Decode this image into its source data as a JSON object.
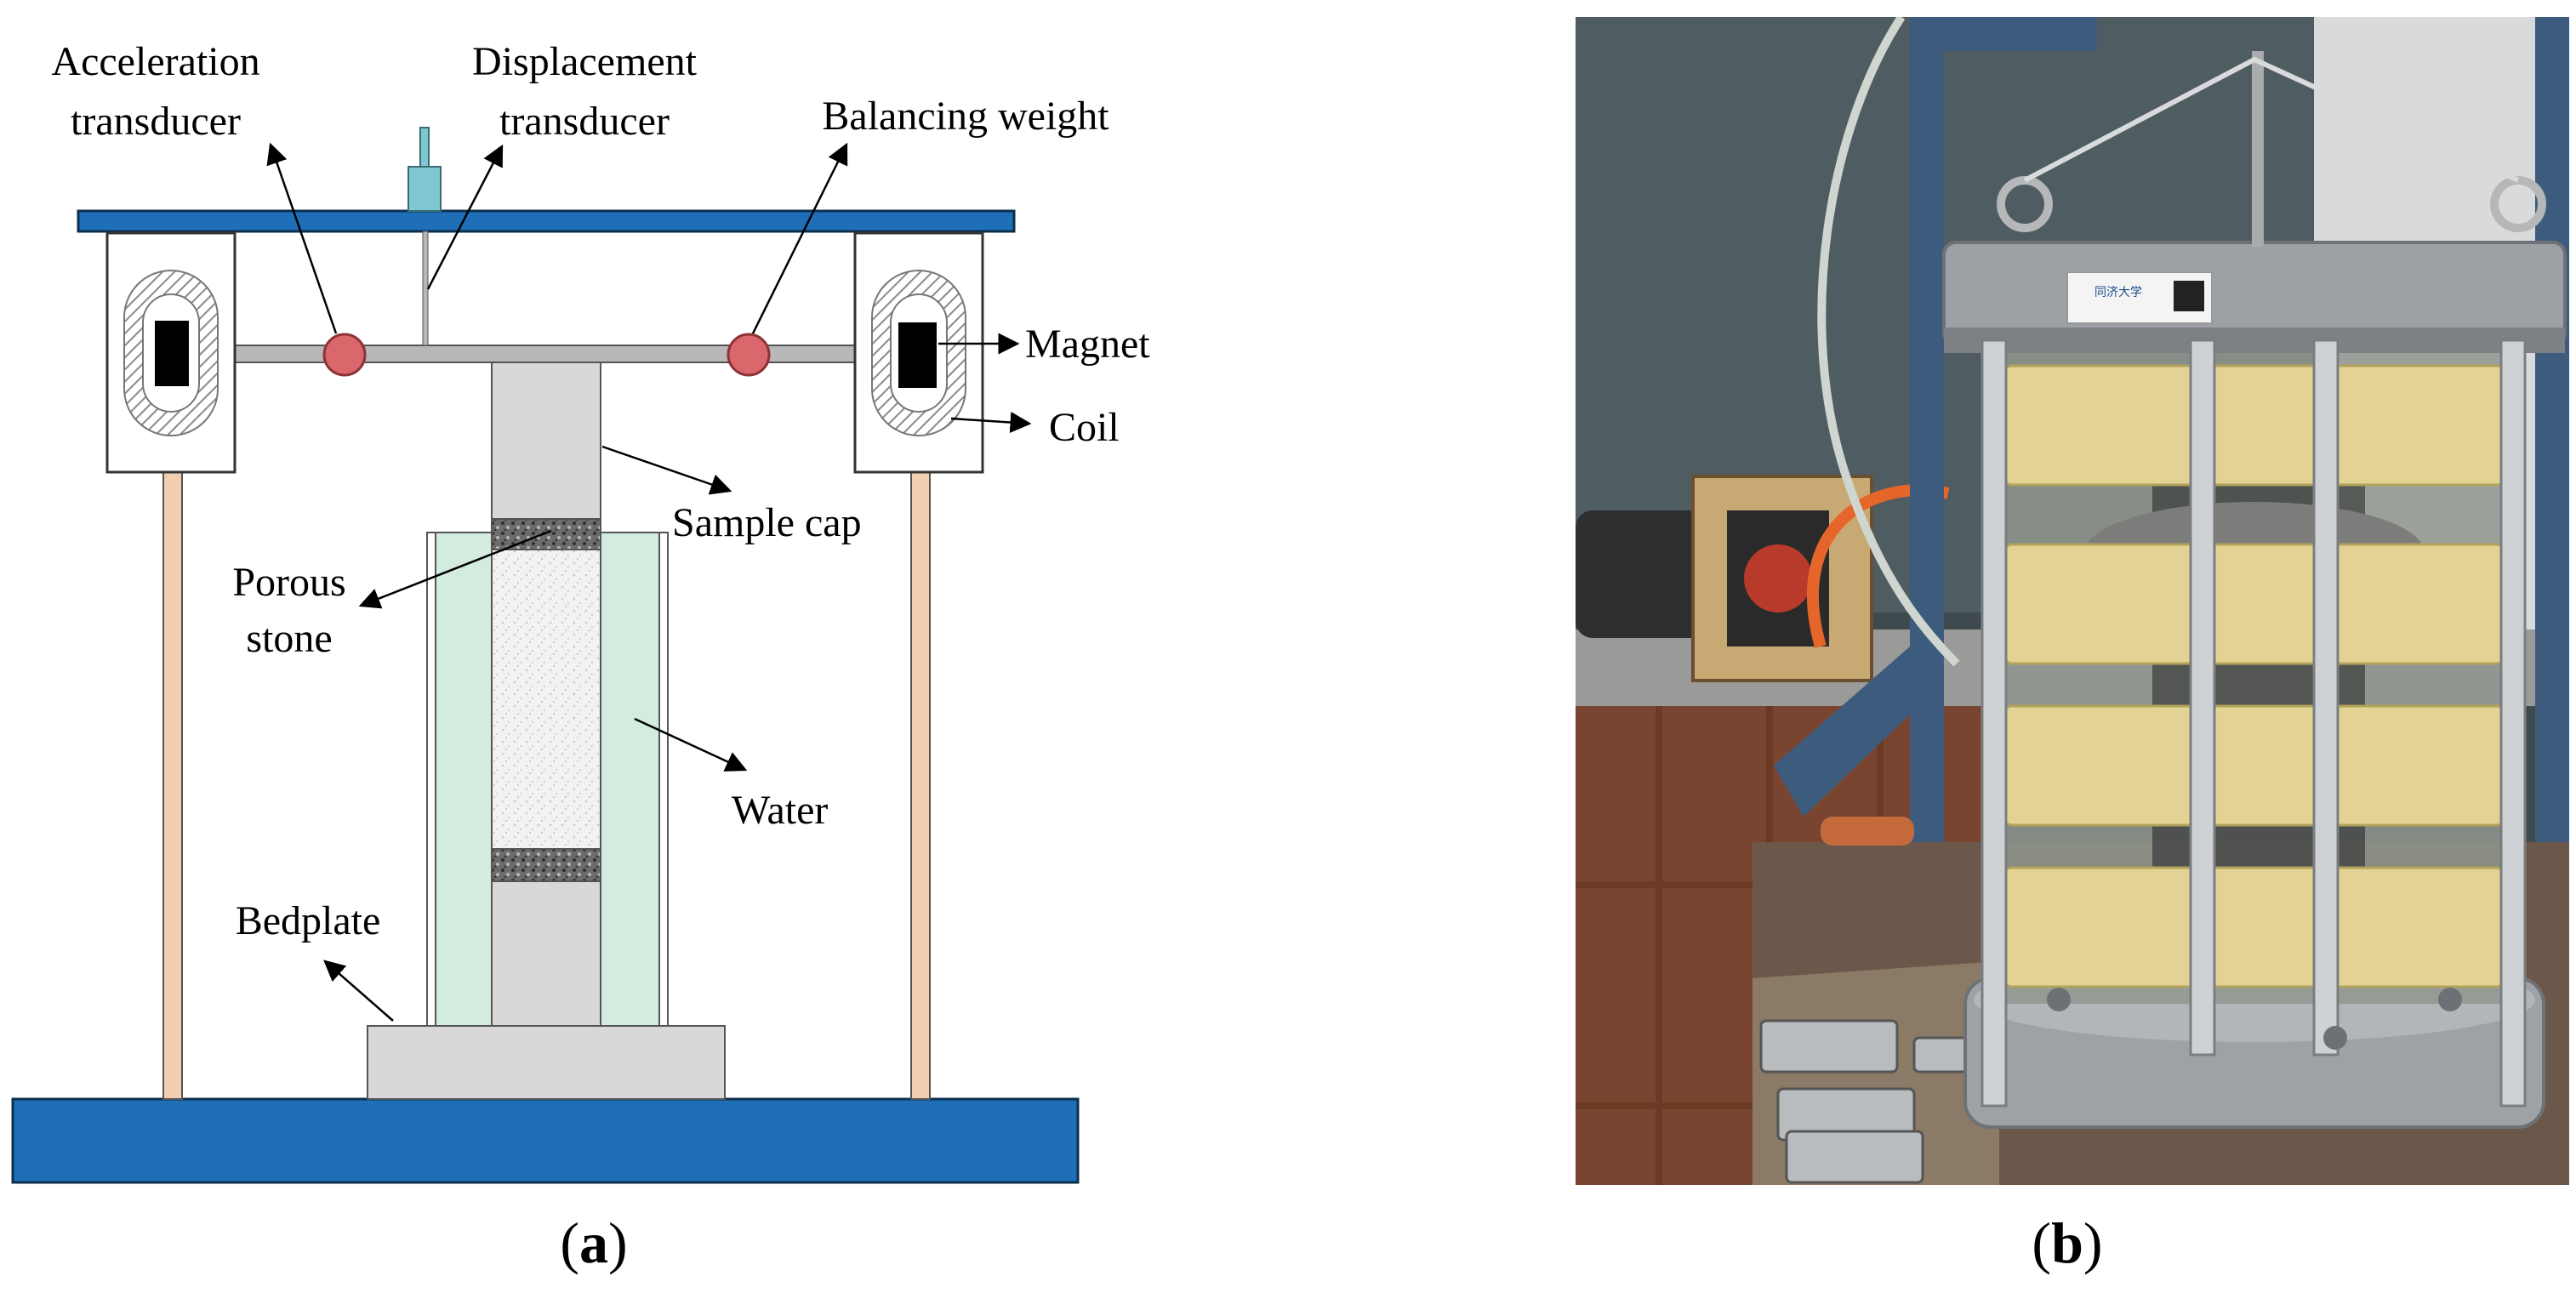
{
  "labels": {
    "acceleration_1": "Acceleration",
    "acceleration_2": "transducer",
    "displacement_1": "Displacement",
    "displacement_2": "transducer",
    "balancing_weight": "Balancing weight",
    "magnet": "Magnet",
    "coil": "Coil",
    "sample_cap": "Sample cap",
    "porous_1": "Porous",
    "porous_2": "stone",
    "water": "Water",
    "bedplate": "Bedplate"
  },
  "captions": {
    "a_open": "(",
    "a_letter": "a",
    "a_close": ")",
    "b_open": "(",
    "b_letter": "b",
    "b_close": ")"
  },
  "photo": {
    "sticker_text": "同济大学"
  },
  "colors": {
    "plate_blue": "#1f6fb8",
    "plate_stroke": "#0d2f4f",
    "post_tan": "#f3cfb2",
    "weight_red": "#d9676c",
    "water_green": "#d3ecdf",
    "soil_grey": "#d8d8d8",
    "sample_white": "#f3f3f3",
    "transducer_teal": "#7fc8d2"
  }
}
